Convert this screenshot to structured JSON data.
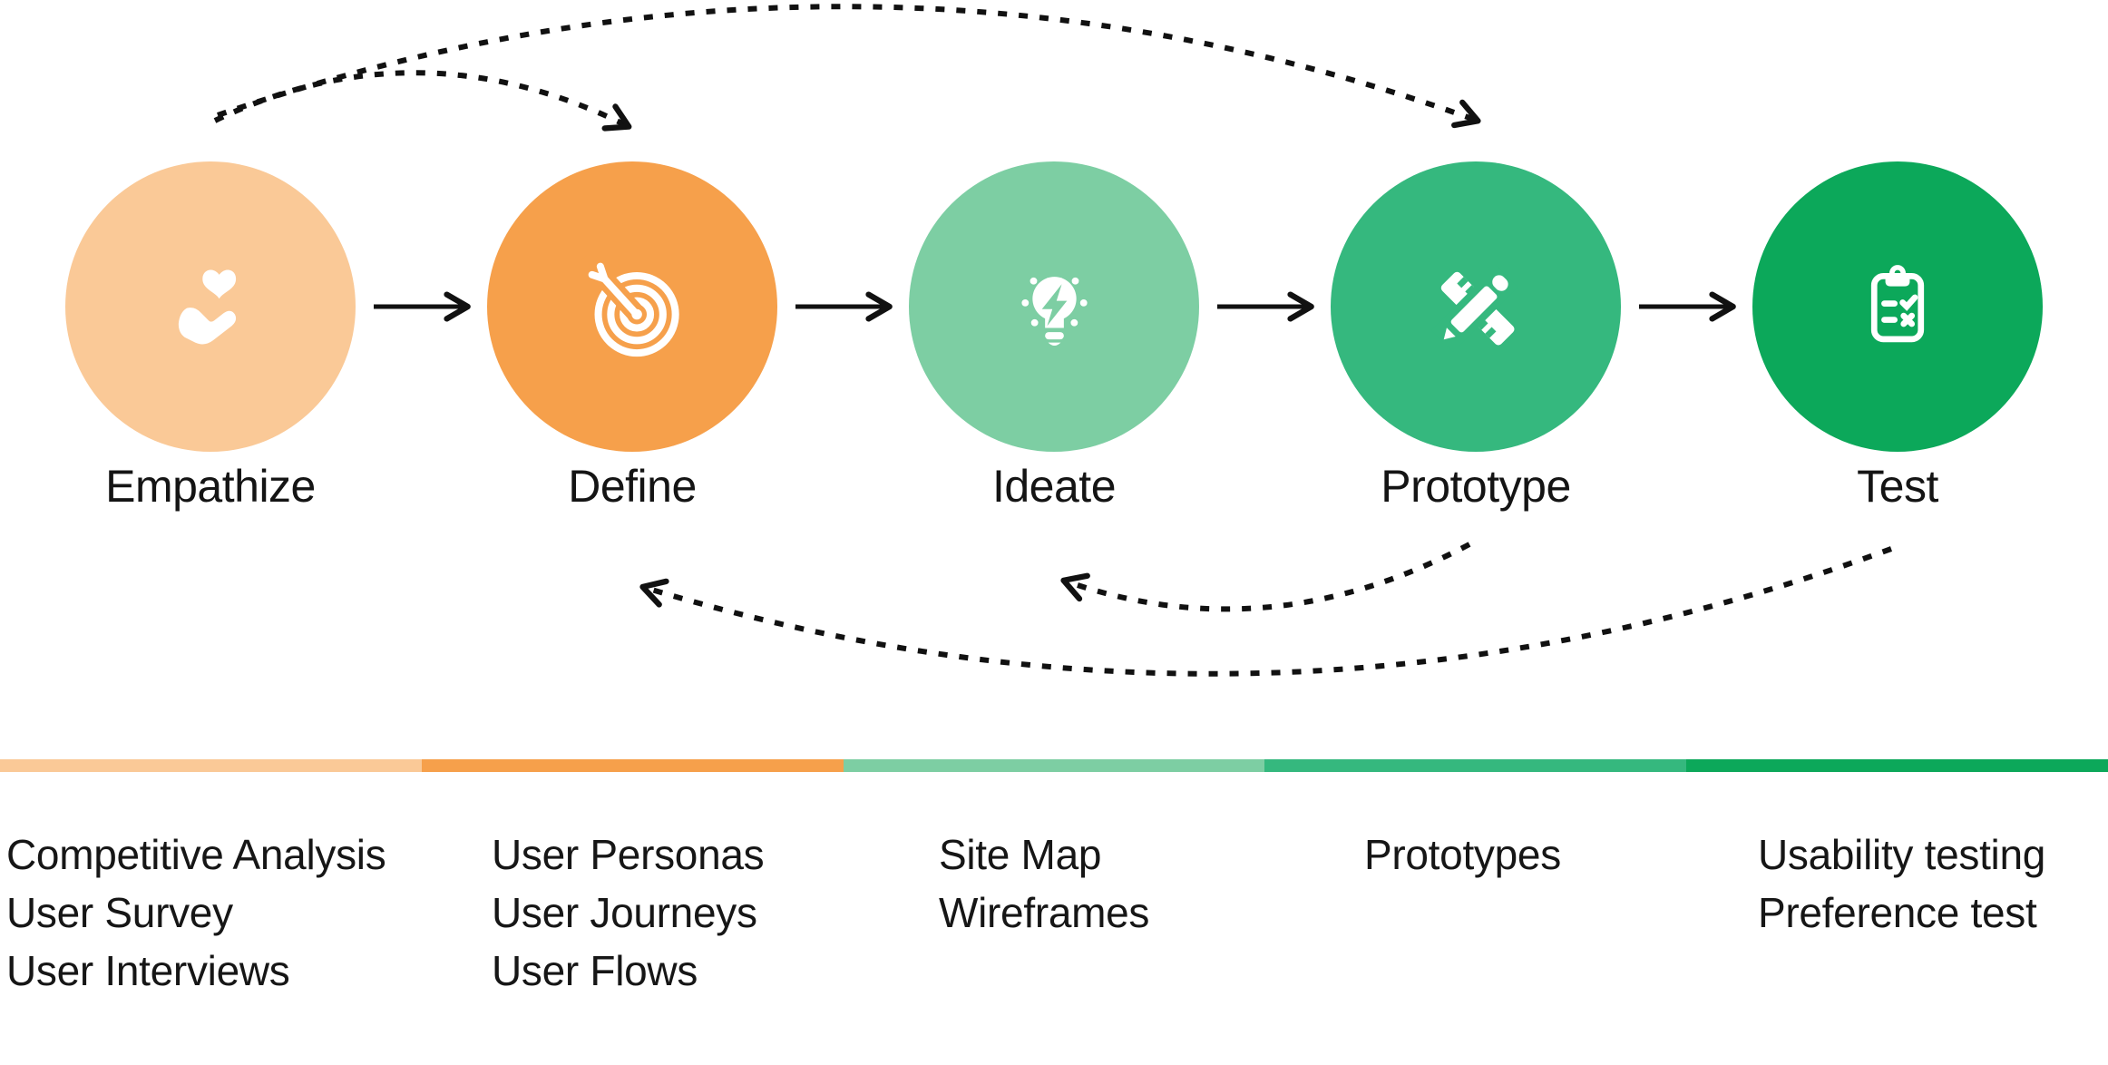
{
  "diagram": "design-thinking-process",
  "stages": [
    {
      "label": "Empathize",
      "color": "#FAC997",
      "icon": "hand-holding-heart-icon",
      "tools": [
        "Competitive Analysis",
        "User Survey",
        "User Interviews"
      ]
    },
    {
      "label": "Define",
      "color": "#F6A04B",
      "icon": "target-dart-icon",
      "tools": [
        "User Personas",
        "User Journeys",
        "User Flows"
      ]
    },
    {
      "label": "Ideate",
      "color": "#7DCEA3",
      "icon": "lightbulb-bolt-icon",
      "tools": [
        "Site Map",
        "Wireframes"
      ]
    },
    {
      "label": "Prototype",
      "color": "#35B87E",
      "icon": "pencil-ruler-icon",
      "tools": [
        "Prototypes"
      ]
    },
    {
      "label": "Test",
      "color": "#0CA85A",
      "icon": "clipboard-check-icon",
      "tools": [
        "Usability testing",
        "Preference test"
      ]
    }
  ],
  "flow_arrows": [
    {
      "from": "Empathize",
      "to": "Define",
      "style": "solid"
    },
    {
      "from": "Define",
      "to": "Ideate",
      "style": "solid"
    },
    {
      "from": "Ideate",
      "to": "Prototype",
      "style": "solid"
    },
    {
      "from": "Prototype",
      "to": "Test",
      "style": "solid"
    }
  ],
  "iteration_arcs": [
    {
      "from": "Empathize",
      "to": "Define",
      "style": "dashed",
      "position": "top"
    },
    {
      "from": "Empathize",
      "to": "Prototype",
      "style": "dashed",
      "position": "top"
    },
    {
      "from": "Prototype",
      "to": "Ideate",
      "style": "dashed",
      "position": "bottom"
    },
    {
      "from": "Test",
      "to": "Define",
      "style": "dashed",
      "position": "bottom"
    }
  ],
  "colors": {
    "arrow": "#111111",
    "text": "#161616",
    "icon": "#ffffff"
  }
}
